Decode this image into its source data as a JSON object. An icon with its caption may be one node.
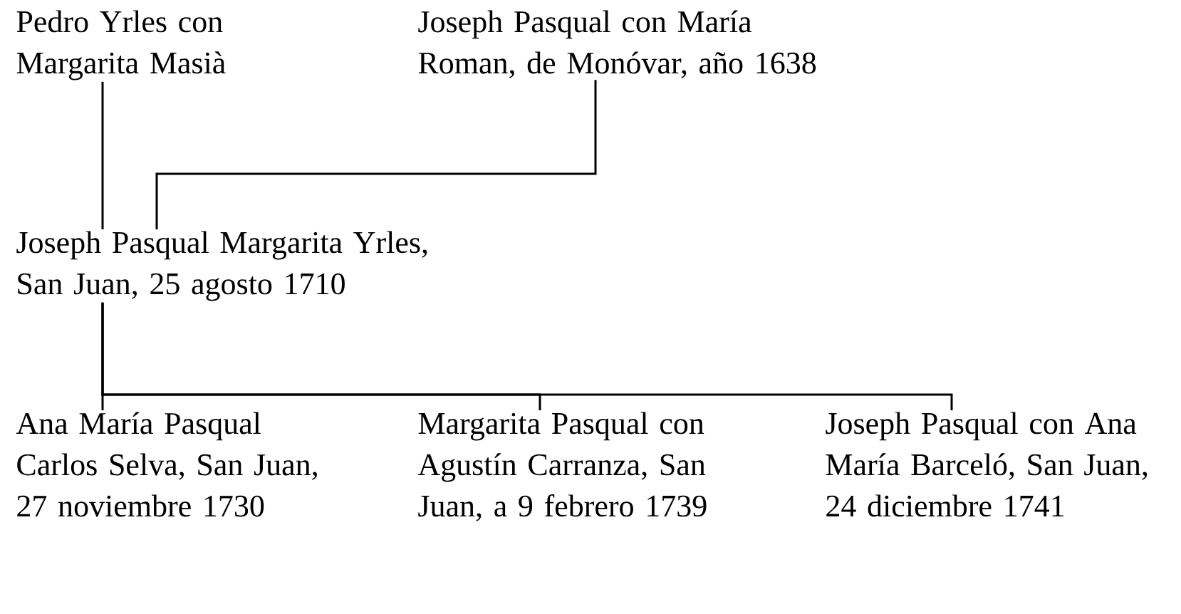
{
  "diagram": {
    "nodes": [
      {
        "text": [
          "Pedro Yrles con Margarita Masià"
        ]
      },
      {
        "text": [
          "Joseph Pasqual con María Roman, de Monóvar, año 1638"
        ]
      },
      {
        "text": [
          "Joseph Pasqual Margarita Yrles, San Juan, 25 agosto 1710"
        ]
      },
      {
        "text": [
          "Ana María Pasqual Carlos Selva, San Juan, 27 noviembre 1730"
        ]
      },
      {
        "text": [
          "Margarita Pasqual con Agustín Carranza, San Juan, a 9 febrero 1739"
        ]
      },
      {
        "text": [
          "Joseph Pasqual con Ana María Barceló, San Juan, 24 diciembre 1741"
        ]
      }
    ],
    "edges": [
      {
        "from": 0,
        "to": 2,
        "arrow": "none"
      },
      {
        "from": 1,
        "to": 2,
        "arrow": "none"
      },
      {
        "from": 2,
        "to": 3,
        "arrow": "none"
      },
      {
        "from": 2,
        "to": 4,
        "arrow": "none"
      },
      {
        "from": 2,
        "to": 5,
        "arrow": "none"
      }
    ]
  }
}
